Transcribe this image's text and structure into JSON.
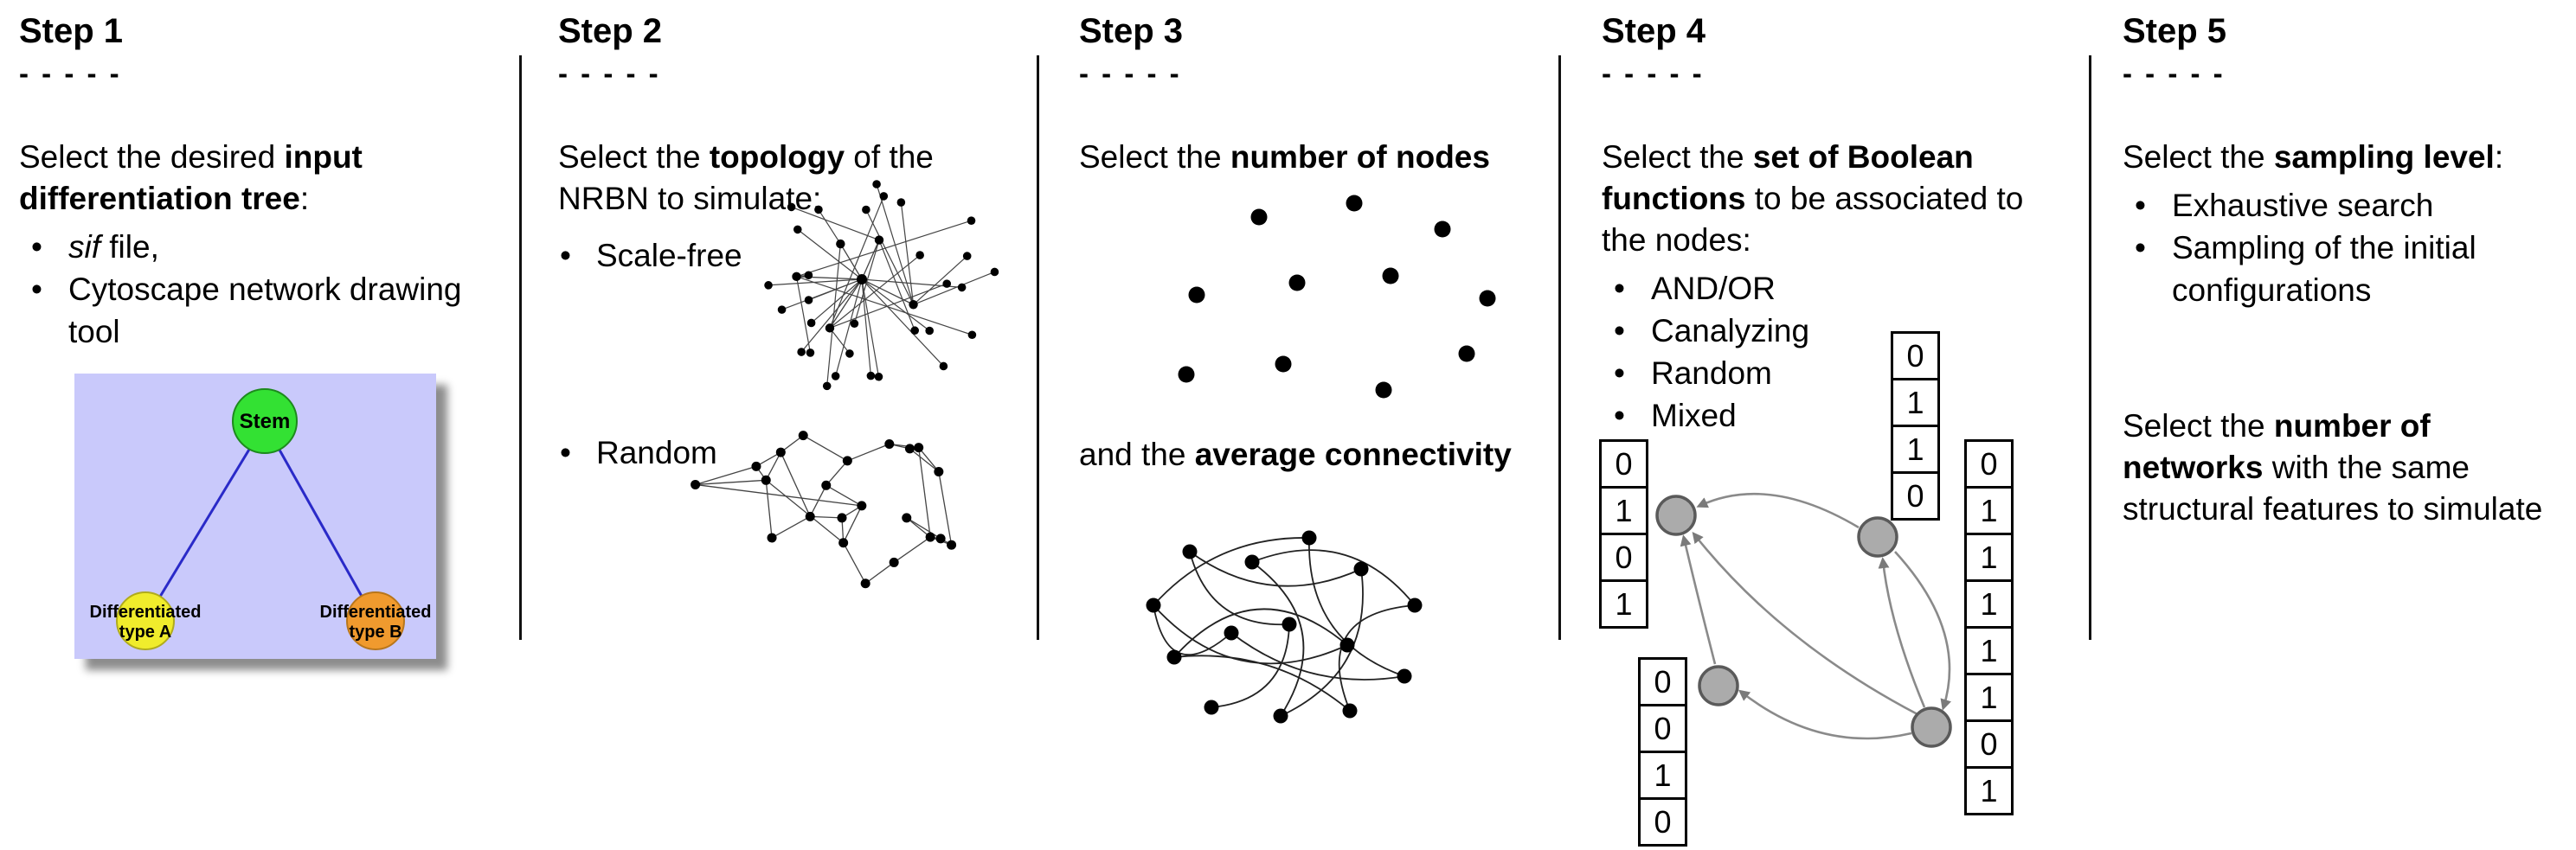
{
  "figure": {
    "divider_color": "#111111"
  },
  "steps": [
    {
      "title": "Step 1",
      "dashes": "- - - - -",
      "intro": [
        "Select the desired ",
        "input differentiation tree",
        ":"
      ],
      "bullets": [
        {
          "italic": "sif",
          "rest": " file,"
        },
        {
          "text": "Cytoscape network drawing tool"
        }
      ],
      "tree": {
        "stem_label": "Stem",
        "type_a_line1": "Differentiated",
        "type_a_line2": "type A",
        "type_b_line1": "Differentiated",
        "type_b_line2": "type B",
        "colors": {
          "background": "#c9c9fb",
          "stem": "#33e133",
          "type_a": "#f0ec2c",
          "type_b": "#f09a2e",
          "edge": "#2a2ac8"
        }
      }
    },
    {
      "title": "Step 2",
      "dashes": "- - - - -",
      "intro": [
        "Select the ",
        "topology",
        " of the NRBN to simulate:"
      ],
      "bullets": [
        {
          "text": "Scale-free"
        },
        {
          "text": "Random"
        }
      ]
    },
    {
      "title": "Step 3",
      "dashes": "- - - - -",
      "intro": [
        "Select the ",
        "number of nodes"
      ],
      "mid": [
        "and the ",
        "average connectivity"
      ]
    },
    {
      "title": "Step 4",
      "dashes": "- - - - -",
      "intro": [
        "Select the ",
        "set of Boolean functions",
        " to be associated to the nodes:"
      ],
      "bullets": [
        {
          "text": "AND/OR"
        },
        {
          "text": "Canalyzing"
        },
        {
          "text": "Random"
        },
        {
          "text": "Mixed"
        }
      ],
      "tables": [
        {
          "id": "left",
          "values": [
            "0",
            "1",
            "0",
            "1"
          ]
        },
        {
          "id": "top",
          "values": [
            "0",
            "1",
            "1",
            "0"
          ]
        },
        {
          "id": "bottom_left",
          "values": [
            "0",
            "0",
            "1",
            "0"
          ]
        },
        {
          "id": "right",
          "values": [
            "0",
            "1",
            "1",
            "1",
            "1",
            "1",
            "0",
            "1"
          ]
        }
      ]
    },
    {
      "title": "Step 5",
      "dashes": "- - - - -",
      "intro": [
        "Select the ",
        "sampling level",
        ":"
      ],
      "bullets": [
        {
          "text": "Exhaustive search"
        },
        {
          "text": "Sampling of the initial configurations"
        }
      ],
      "para2": [
        "Select the ",
        "number of networks",
        " with the same structural features to simulate"
      ]
    }
  ]
}
